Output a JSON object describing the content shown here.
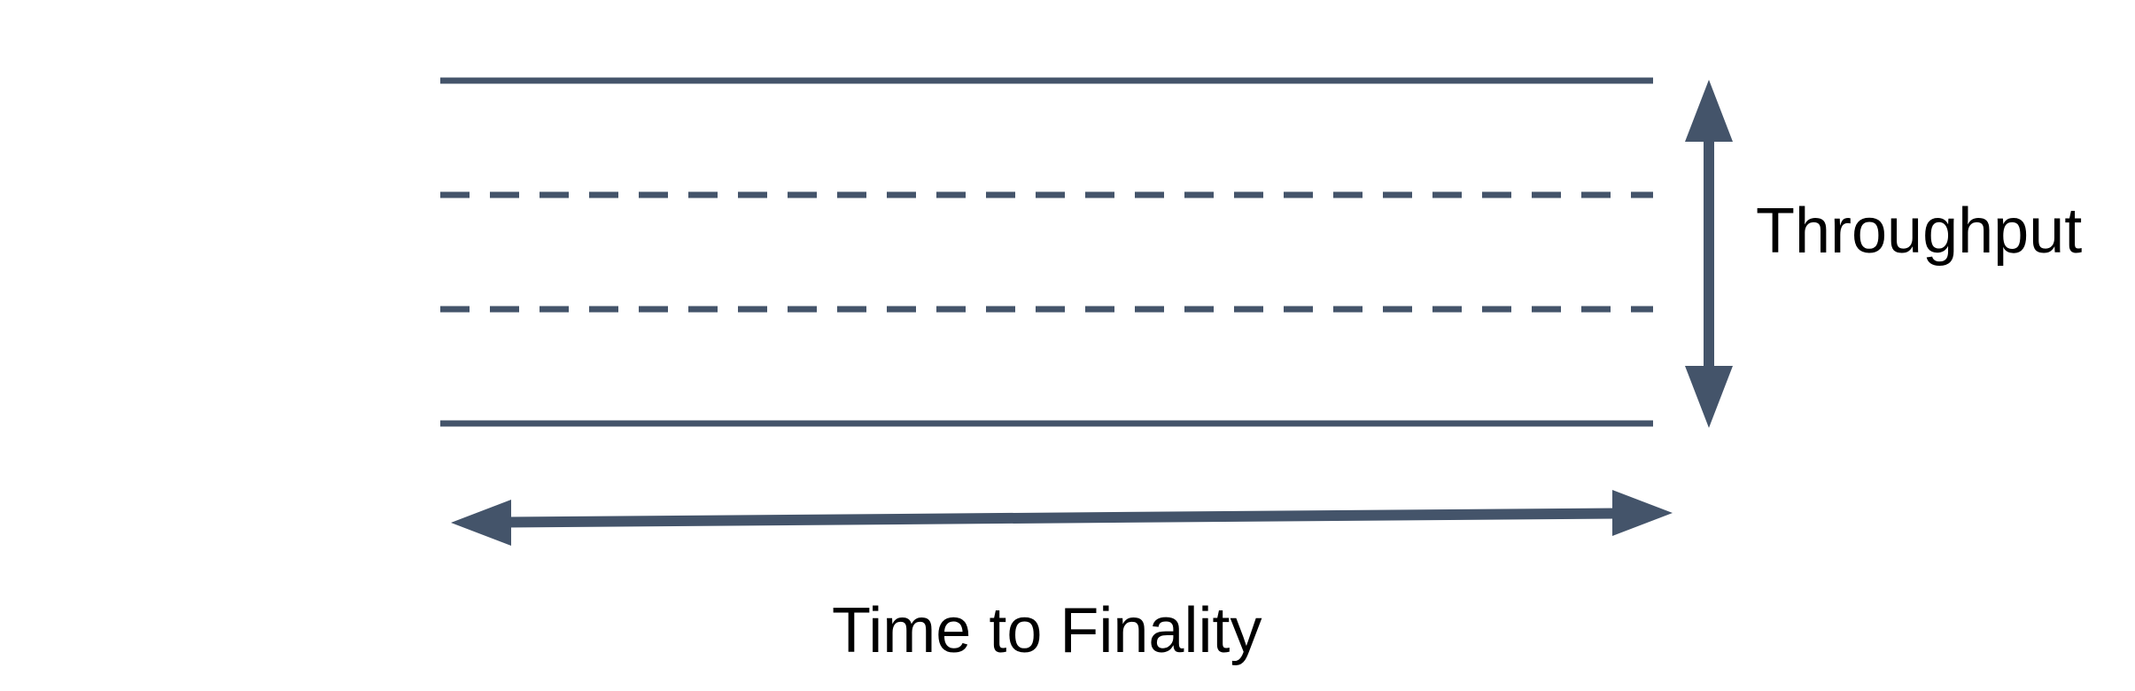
{
  "diagram": {
    "description": "Band of horizontal lines (two solid outer, two dashed inner) with a vertical double-headed arrow measuring band height and a horizontal double-headed arrow measuring band width",
    "labels": {
      "throughput": "Throughput",
      "time_to_finality": "Time to Finality"
    },
    "colors": {
      "shape": "#44546A",
      "label_text": "#000000",
      "background": "#FFFFFF"
    },
    "shapes": {
      "solid_line_count": 2,
      "dashed_line_count": 2,
      "vertical_arrow_style": "double-headed",
      "horizontal_arrow_style": "double-headed"
    }
  }
}
